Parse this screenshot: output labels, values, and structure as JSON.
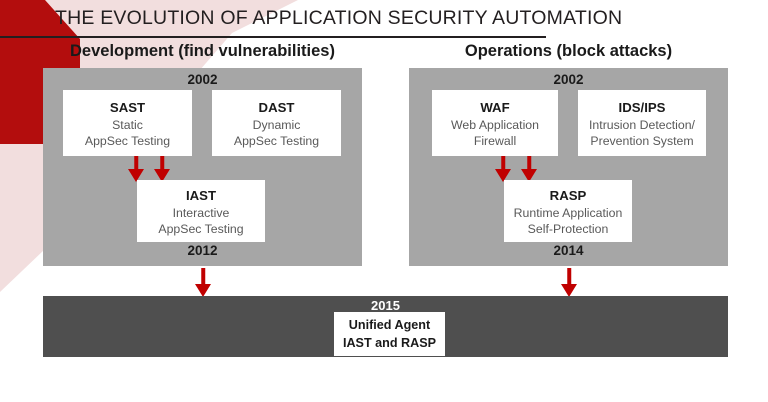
{
  "slide": {
    "title": "THE EVOLUTION OF APPLICATION SECURITY AUTOMATION",
    "colors": {
      "accent_red": "#c00000",
      "deco_dark_red": "#b30d0d",
      "deco_pink": "#f2dede",
      "panel_gray": "#a6a6a6",
      "bottom_bar_gray": "#4f4f4f",
      "box_white": "#ffffff",
      "title_text": "#231f20",
      "body_text": "#595959"
    }
  },
  "columns": [
    {
      "id": "development",
      "heading": "Development (find vulnerabilities)",
      "year_top": "2002",
      "year_bottom": "2012",
      "top_boxes": [
        {
          "id": "sast",
          "acronym": "SAST",
          "line1": "Static",
          "line2": "AppSec Testing"
        },
        {
          "id": "dast",
          "acronym": "DAST",
          "line1": "Dynamic",
          "line2": "AppSec Testing"
        }
      ],
      "result_box": {
        "id": "iast",
        "acronym": "IAST",
        "line1": "Interactive",
        "line2": "AppSec Testing"
      }
    },
    {
      "id": "operations",
      "heading": "Operations (block attacks)",
      "year_top": "2002",
      "year_bottom": "2014",
      "top_boxes": [
        {
          "id": "waf",
          "acronym": "WAF",
          "line1": "Web Application",
          "line2": "Firewall"
        },
        {
          "id": "ids-ips",
          "acronym": "IDS/IPS",
          "line1": "Intrusion Detection/",
          "line2": "Prevention System"
        }
      ],
      "result_box": {
        "id": "rasp",
        "acronym": "RASP",
        "line1": "Runtime Application",
        "line2": "Self-Protection"
      }
    }
  ],
  "bottom": {
    "year": "2015",
    "box": {
      "id": "unified-agent",
      "line1": "Unified Agent",
      "line2": "IAST and RASP"
    }
  }
}
